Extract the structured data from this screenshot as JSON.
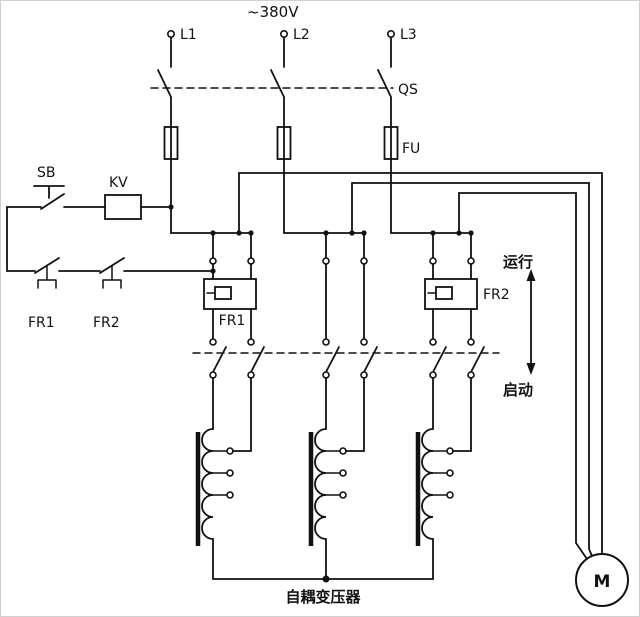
{
  "title": "~380V",
  "colors": {
    "line": "#111111",
    "background": "#ffffff"
  },
  "labels": {
    "phase_l1": "L1",
    "phase_l2": "L2",
    "phase_l3": "L3",
    "disconnect_switch": "QS",
    "fuse": "FU",
    "start_button": "SB",
    "voltage_relay": "KV",
    "overload1_contact": "FR1",
    "overload2_contact": "FR2",
    "overload1_heater": "FR1",
    "overload2_heater": "FR2",
    "mode_run": "运行",
    "mode_start": "启动",
    "autotransformer": "自耦变压器",
    "motor": "M"
  }
}
